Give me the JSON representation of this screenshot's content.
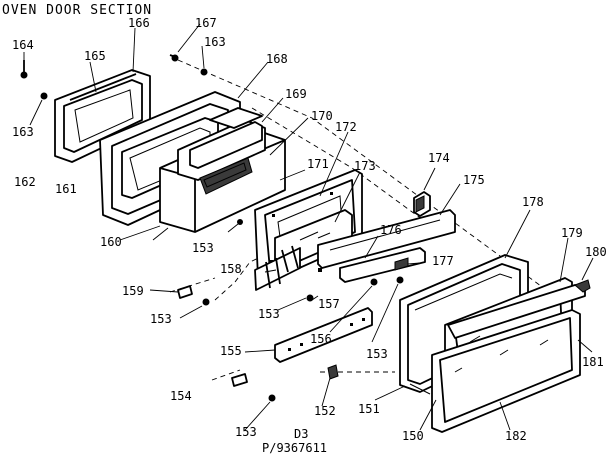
{
  "title": "OVEN DOOR SECTION",
  "footer": {
    "code": "D3",
    "part_number": "P/9367611"
  },
  "callouts": [
    {
      "id": "c164",
      "text": "164"
    },
    {
      "id": "c165",
      "text": "165"
    },
    {
      "id": "c166",
      "text": "166"
    },
    {
      "id": "c167",
      "text": "167"
    },
    {
      "id": "c163a",
      "text": "163"
    },
    {
      "id": "c168",
      "text": "168"
    },
    {
      "id": "c163b",
      "text": "163"
    },
    {
      "id": "c169",
      "text": "169"
    },
    {
      "id": "c170",
      "text": "170"
    },
    {
      "id": "c172",
      "text": "172"
    },
    {
      "id": "c162",
      "text": "162"
    },
    {
      "id": "c161",
      "text": "161"
    },
    {
      "id": "c171",
      "text": "171"
    },
    {
      "id": "c173",
      "text": "173"
    },
    {
      "id": "c174",
      "text": "174"
    },
    {
      "id": "c175",
      "text": "175"
    },
    {
      "id": "c178",
      "text": "178"
    },
    {
      "id": "c160",
      "text": "160"
    },
    {
      "id": "c153a",
      "text": "153"
    },
    {
      "id": "c176",
      "text": "176"
    },
    {
      "id": "c179",
      "text": "179"
    },
    {
      "id": "c180",
      "text": "180"
    },
    {
      "id": "c158",
      "text": "158"
    },
    {
      "id": "c177",
      "text": "177"
    },
    {
      "id": "c159",
      "text": "159"
    },
    {
      "id": "c157",
      "text": "157"
    },
    {
      "id": "c153b",
      "text": "153"
    },
    {
      "id": "c153c",
      "text": "153"
    },
    {
      "id": "c156",
      "text": "156"
    },
    {
      "id": "c155",
      "text": "155"
    },
    {
      "id": "c153d",
      "text": "153"
    },
    {
      "id": "c181",
      "text": "181"
    },
    {
      "id": "c154",
      "text": "154"
    },
    {
      "id": "c152",
      "text": "152"
    },
    {
      "id": "c151",
      "text": "151"
    },
    {
      "id": "c150",
      "text": "150"
    },
    {
      "id": "c182",
      "text": "182"
    },
    {
      "id": "c153e",
      "text": "153"
    }
  ]
}
